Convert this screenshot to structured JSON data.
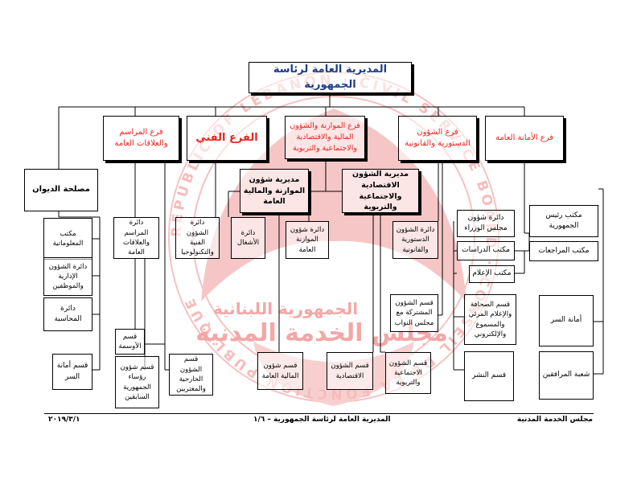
{
  "watermark": {
    "arabic_line1": "الجمهورية اللبنانية",
    "arabic_line2": "مجلس الخدمة المدنية",
    "ring_text": "REPUBLIC OF LEBANON · CIVIL SERVICE BOARD · CONSEIL DE LA FONCTION PUBLIQUE"
  },
  "org": {
    "top": "المديرية العامة لرئاسة الجمهورية",
    "branches": {
      "general_secretariat": "فرع الأمانة العامة",
      "constitutional": "فرع الشؤون\nالدستورية والقانونية",
      "budget": "فرع الموازنة والشؤون\nالمالية والاقتصادية\nوالاجتماعية والتربوية",
      "technical": "الفرع الفني",
      "protocol": "فرع المراسم\nوالعلاقات العامة"
    },
    "diwan": "مصلحة الديوان",
    "directorates": {
      "budget_finance": "مديرية شؤون\nالموازنة والمالية\nالعامة",
      "economic_social": "مديرية الشؤون\nالاقتصادية\nوالاجتماعية والتربوية"
    },
    "departments": {
      "info": "مكتب\nالمعلوماتية",
      "admin_staff": "دائرة الشؤون\nالإدارية\nوالموظفين",
      "accounting": "دائرة\nالمحاسبة",
      "secretariat_section": "قسم أمانة\nالسر",
      "protocol_circle": "دائرة المراسم\nوالعلاقات\nالعامة",
      "tech_affairs": "دائرة الشؤون\nالفنية\nوالتكنولوجيا",
      "works": "دائرة\nالأشغال",
      "budget_affairs": "دائرة شؤون\nالموازنة\nالعامة",
      "constitutional_affairs": "دائرة الشؤون\nالدستورية\nوالقانونية",
      "council_ministers": "دائرة شؤون\nمجلس الوزراء",
      "studies_office": "مكتب الدراسات",
      "media_office": "مكتب الإعلام",
      "president_office": "مكتب رئيس\nالجمهورية",
      "audits_office": "مكتب المراجعات",
      "parliament_section": "قسم الشؤون\nالمشتركة مع\nمجلس النواب",
      "press_section": "قسم الصحافة\nوالإعلام المرئي\nوالمسموع\nوالإلكتروني",
      "publishing_section": "قسم النشر",
      "secretariat": "أمانة السر",
      "escorts": "شعبة المرافقين",
      "medals_section": "قسم\nالأوسمة",
      "former_presidents": "قسم شؤون\nرؤساء\nالجمهورية\nالسابقين",
      "foreign_affairs": "قسم الشؤون\nالخارجية\nوالمغتربين",
      "public_finance_section": "قسم شؤون\nالمالية العامة",
      "economic_section": "قسم الشؤون\nالاقتصادية",
      "social_section": "قسم الشؤون\nالاجتماعية\nوالتربوية"
    }
  },
  "footer": {
    "right": "مجلس الخدمة المدنية",
    "center": "المديرية العامة لرئاسة الجمهورية – ١/٦",
    "left": "٢٠١٩/٣/١"
  },
  "colors": {
    "accent_red": "#e8241f",
    "title_blue": "#1f3c8a",
    "watermark": "#f3a7a7"
  }
}
